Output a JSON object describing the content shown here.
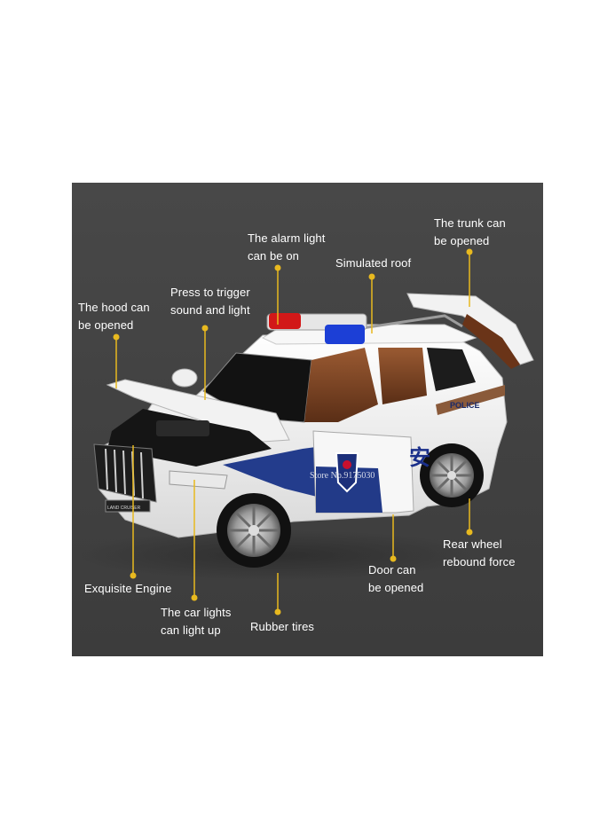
{
  "labels": {
    "trunk": [
      "The trunk can",
      "be opened"
    ],
    "alarm": [
      "The alarm light",
      "can be on"
    ],
    "roof": [
      "Simulated roof"
    ],
    "trigger": [
      "Press to trigger",
      "sound and light"
    ],
    "hood": [
      "The hood can",
      "be opened"
    ],
    "engine": [
      "Exquisite Engine"
    ],
    "lights": [
      "The car lights",
      "can light up"
    ],
    "tires": [
      "Rubber tires"
    ],
    "door": [
      "Door can",
      "be opened"
    ],
    "rear_wheel": [
      "Rear wheel",
      "rebound force"
    ]
  },
  "car_text": {
    "police": "POLICE",
    "chinese": "安",
    "watermark": "Store No.9175030",
    "plate": "LAND CRUISER"
  },
  "colors": {
    "background": "#444444",
    "label_text": "#ffffff",
    "callout": "#e8b91f",
    "body": "#f4f4f4",
    "stripe": "#233c8c"
  }
}
